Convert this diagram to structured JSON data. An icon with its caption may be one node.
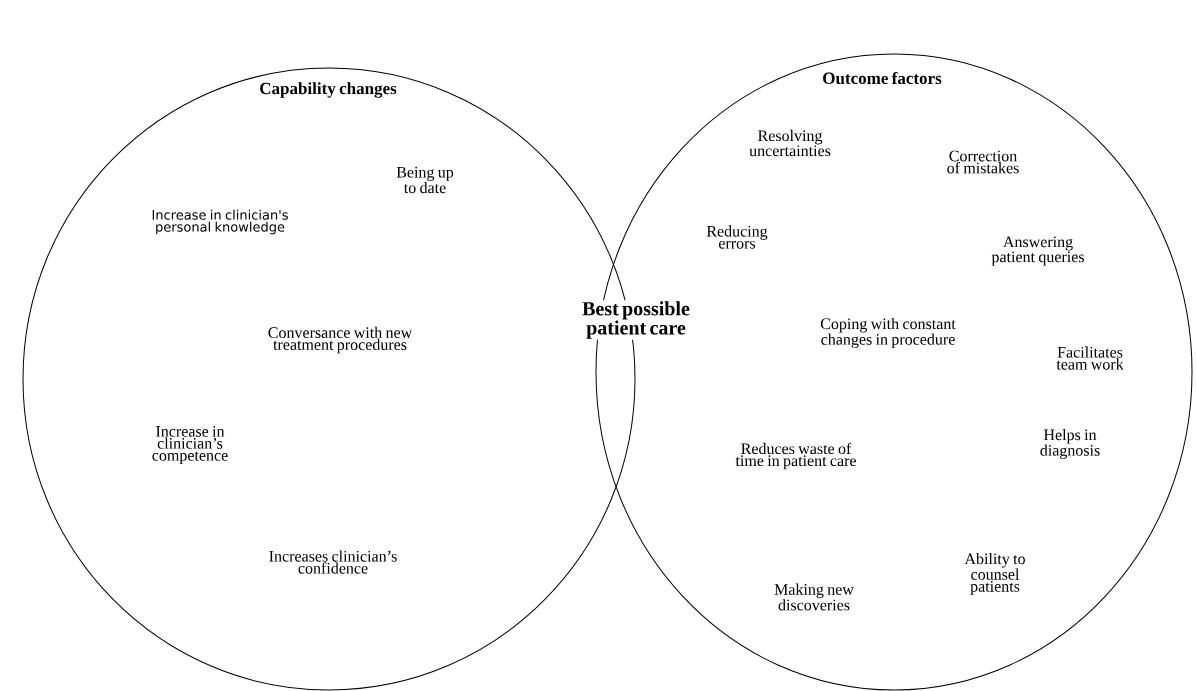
{
  "diagram": {
    "nodes": [
      {
        "text": [
          "Capability changes",
          "Increase in clinician's personal knowledge",
          "Being up to date",
          "Conversance with new treatment procedures",
          "Increase in clinician’s competence",
          "Increases clinician’s confidence"
        ]
      },
      {
        "text": [
          "Outcome factors",
          "Resolving uncertainties",
          "Correction of mistakes",
          "Reducing errors",
          "Answering patient queries",
          "Coping with constant changes in procedure",
          "Facilitates team work",
          "Reduces waste of time in patient care",
          "Helps in diagnosis",
          "Ability to counsel patients",
          "Making new discoveries"
        ]
      }
    ],
    "labels": [
      "Best possible patient care"
    ]
  }
}
